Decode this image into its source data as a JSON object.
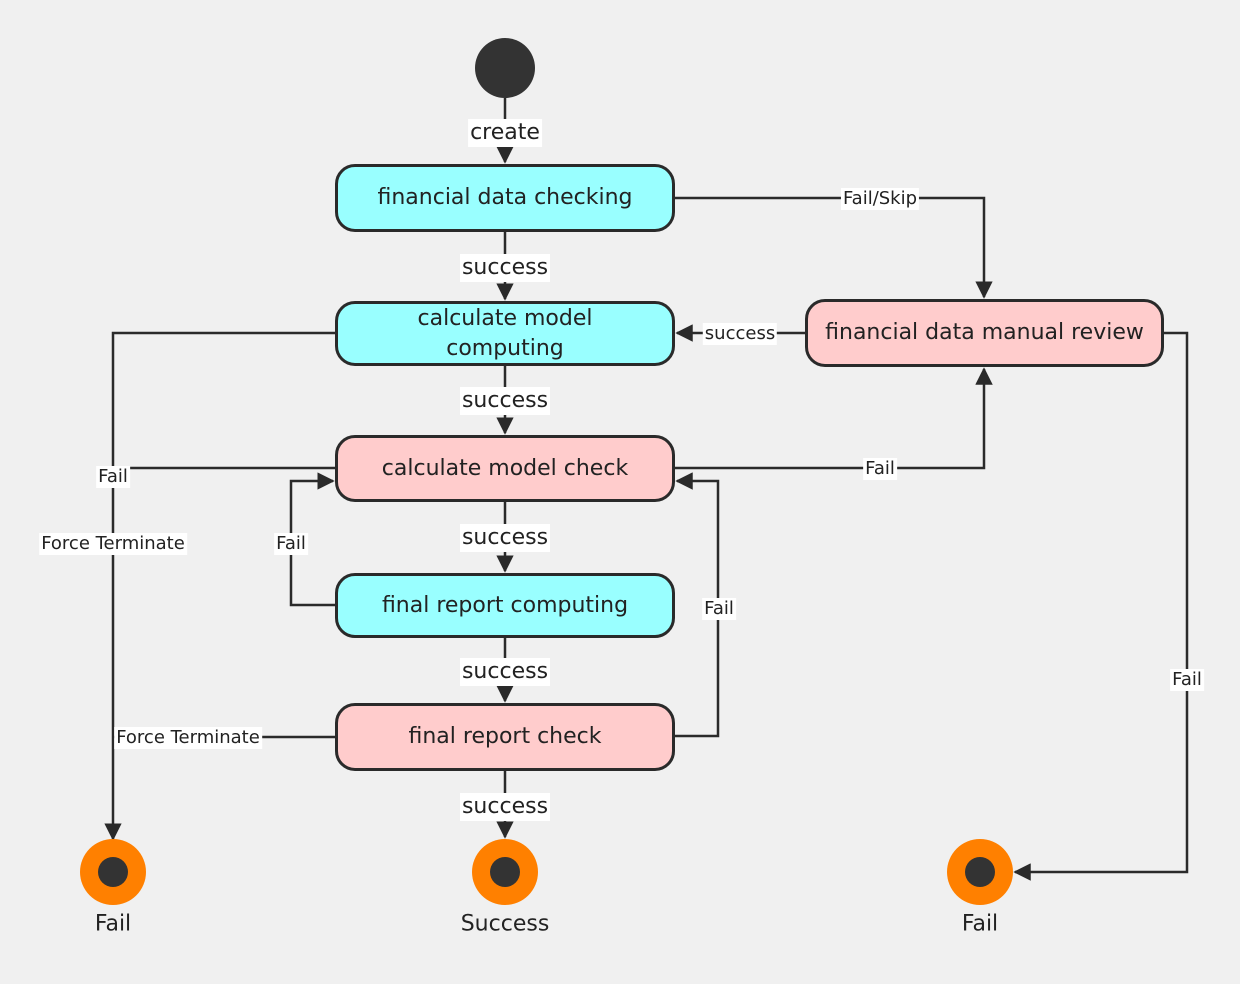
{
  "colors": {
    "background": "#f0f0f0",
    "process_state": "#99ffff",
    "check_state": "#ffcccc",
    "end_ring": "#ff8000",
    "dark": "#2a2a2a"
  },
  "states": {
    "financial_data_checking": "financial data checking",
    "calculate_model_computing": "calculate model computing",
    "calculate_model_check": "calculate model check",
    "final_report_computing": "final report computing",
    "final_report_check": "final report check",
    "financial_data_manual_review": "financial data manual review"
  },
  "transitions": {
    "create": "create",
    "success_1": "success",
    "success_2": "success",
    "success_3": "success",
    "success_4": "success",
    "success_5": "success",
    "success_review": "success",
    "fail_skip": "Fail/Skip",
    "fail_left": "Fail",
    "fail_loop": "Fail",
    "fail_right_loop": "Fail",
    "fail_to_review": "Fail",
    "fail_review": "Fail",
    "force_terminate_1": "Force Terminate",
    "force_terminate_2": "Force Terminate"
  },
  "end_states": {
    "fail_left": "Fail",
    "success": "Success",
    "fail_right": "Fail"
  }
}
